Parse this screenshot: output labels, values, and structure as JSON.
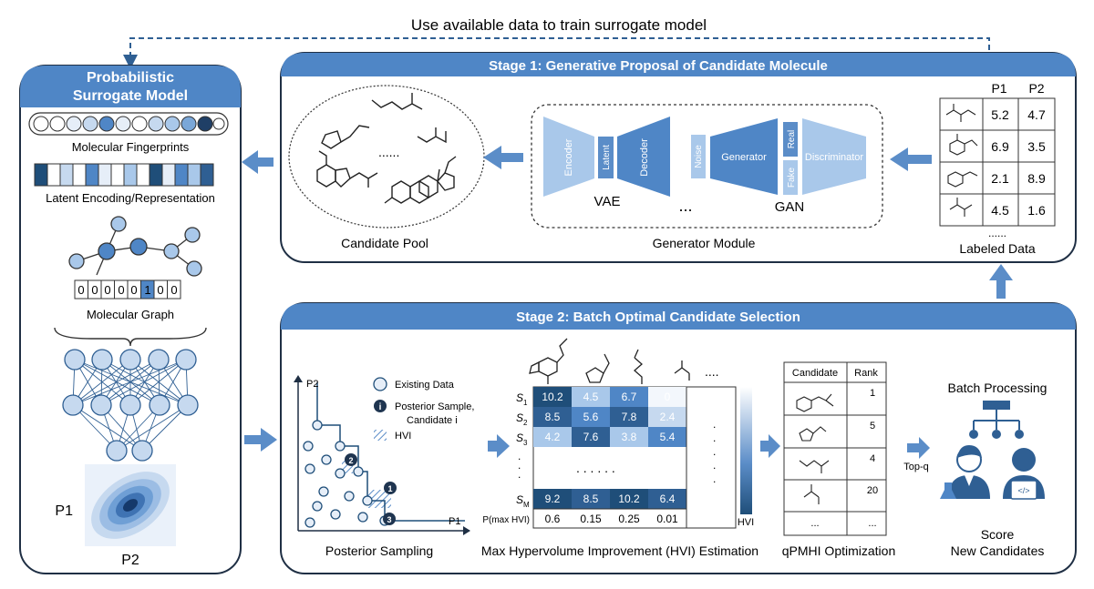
{
  "top_arrow_label": "Use available data to train surrogate model",
  "surrogate": {
    "title_line1": "Probabilistic",
    "title_line2": "Surrogate Model",
    "fingerprints_label": "Molecular Fingerprints",
    "latent_label": "Latent Encoding/Representation",
    "graph_bits": [
      "0",
      "0",
      "0",
      "0",
      "0",
      "1",
      "0",
      "0"
    ],
    "graph_label": "Molecular Graph",
    "p1_label": "P1",
    "p2_label": "P2"
  },
  "stage1": {
    "title": "Stage 1: Generative Proposal of Candidate Molecule",
    "candidate_pool_label": "Candidate Pool",
    "pool_ellipsis": "......",
    "encoder": "Encoder",
    "latent": "Latent",
    "decoder": "Decoder",
    "vae": "VAE",
    "dots": "...",
    "noise": "Noise",
    "generator": "Generator",
    "real": "Real",
    "fake": "Fake",
    "discriminator": "Discriminator",
    "gan": "GAN",
    "generator_module_label": "Generator Module",
    "labeled_header": [
      "P1",
      "P2"
    ],
    "labeled_rows": [
      [
        "5.2",
        "4.7"
      ],
      [
        "6.9",
        "3.5"
      ],
      [
        "2.1",
        "8.9"
      ],
      [
        "4.5",
        "1.6"
      ]
    ],
    "labeled_ellipsis": "......",
    "labeled_data_label": "Labeled Data"
  },
  "stage2": {
    "title": "Stage 2: Batch Optimal Candidate Selection",
    "axis_p2": "P2",
    "axis_p1": "P1",
    "legend_existing": "Existing Data",
    "legend_posterior_line1": "Posterior Sample,",
    "legend_posterior_line2": "Candidate i",
    "legend_posterior_icon": "i",
    "legend_hvi": "HVI",
    "sample_markers": [
      "1",
      "2",
      "3"
    ],
    "posterior_label": "Posterior Sampling",
    "rows": [
      {
        "label": "S1",
        "values": [
          "10.2",
          "4.5",
          "6.7",
          "0"
        ]
      },
      {
        "label": "S2",
        "values": [
          "8.5",
          "5.6",
          "7.8",
          "2.4"
        ]
      },
      {
        "label": "S3",
        "values": [
          "4.2",
          "7.6",
          "3.8",
          "5.4"
        ]
      },
      {
        "label": "SM",
        "values": [
          "9.2",
          "8.5",
          "10.2",
          "6.4"
        ]
      }
    ],
    "row_labels_main": [
      "S",
      "S",
      "S",
      "S"
    ],
    "row_labels_sub": [
      "1",
      "2",
      "3",
      "M"
    ],
    "pmax_label": "P(max HVI)",
    "pmax_values": [
      "0.6",
      "0.15",
      "0.25",
      "0.01"
    ],
    "col_ellipsis": "....",
    "dots_row": ". . . . . .",
    "hvi_label": "HVI",
    "hvi_estimation_label": "Max Hypervolume Improvement (HVI) Estimation",
    "rank_header": [
      "Candidate",
      "Rank"
    ],
    "ranks": [
      "1",
      "5",
      "4",
      "20"
    ],
    "rank_ellipsis": [
      "...",
      "..."
    ],
    "qpmhi_label": "qPMHI Optimization",
    "topq": "Top-q",
    "batch_processing": "Batch Processing",
    "score_line1": "Score",
    "score_line2": "New Candidates"
  },
  "colors": {
    "accent": "#4f86c6",
    "dark_blue": "#1f4e79",
    "light_blue": "#a9c8ea"
  }
}
